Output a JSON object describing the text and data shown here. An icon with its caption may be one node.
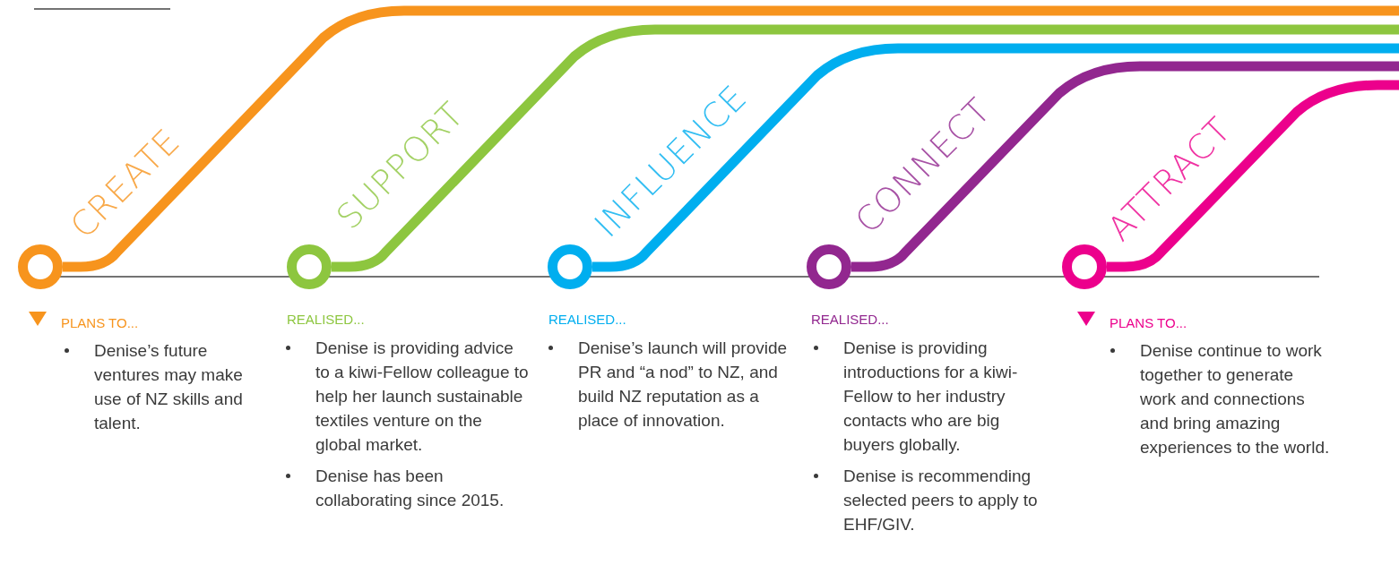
{
  "diagram": {
    "nodes": [
      {
        "text": [],
        "shape": "circle",
        "beside": [
          "CREATE",
          "PLANS TO...",
          "Denise’s future ventures may make use of NZ skills and talent."
        ]
      },
      {
        "text": [],
        "shape": "circle",
        "beside": [
          "SUPPORT",
          "REALISED...",
          "Denise is providing advice to a kiwi-Fellow colleague to help her launch sustainable textiles venture on the global market.",
          "Denise has been collaborating since 2015."
        ]
      },
      {
        "text": [],
        "shape": "circle",
        "beside": [
          "INFLUENCE",
          "REALISED...",
          "Denise’s launch will provide PR and “a nod” to NZ, and build NZ reputation as a place of innovation."
        ]
      },
      {
        "text": [],
        "shape": "circle",
        "beside": [
          "CONNECT",
          "REALISED...",
          "Denise is providing introductions for a kiwi-Fellow to her industry contacts who are big buyers globally.",
          "Denise is recommending selected peers to apply to EHF/GIV."
        ]
      },
      {
        "text": [],
        "shape": "circle",
        "beside": [
          "ATTRACT",
          "PLANS TO...",
          "Denise continue to work together to generate work and connections and bring amazing experiences to the world."
        ]
      }
    ],
    "edges": [
      {
        "from": 0,
        "to": null,
        "arrow": "none",
        "color": "#f7941d"
      },
      {
        "from": 1,
        "to": null,
        "arrow": "none",
        "color": "#8dc63f"
      },
      {
        "from": 2,
        "to": null,
        "arrow": "none",
        "color": "#00aeef"
      },
      {
        "from": 3,
        "to": null,
        "arrow": "none",
        "color": "#92278f"
      },
      {
        "from": 4,
        "to": null,
        "arrow": "none",
        "color": "#ec008c"
      }
    ]
  }
}
